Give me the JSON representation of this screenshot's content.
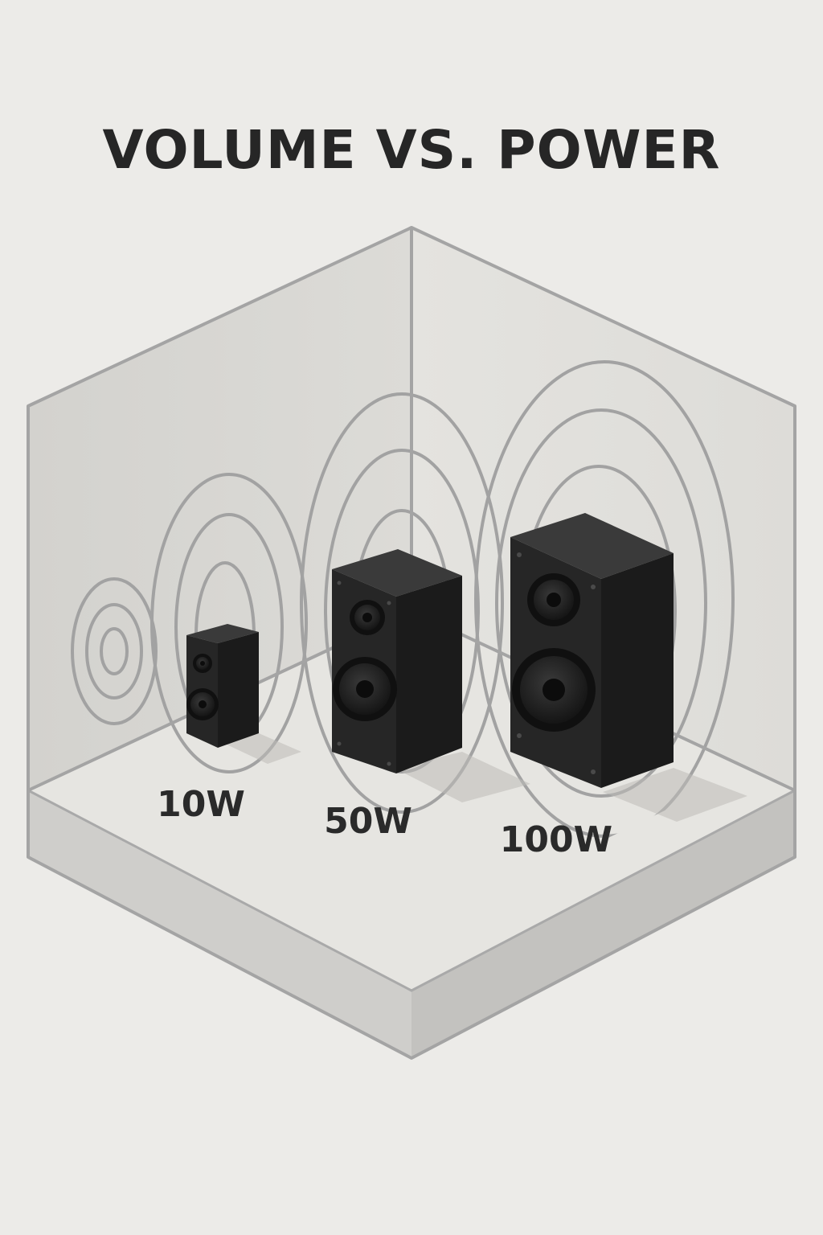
{
  "title": "VOLUME VS. POWER",
  "colors": {
    "background": "#ecebe8",
    "speaker": "#1f1f1f",
    "wave": "#9d9d9d",
    "outline": "#a4a4a4"
  },
  "speakers": [
    {
      "label": "10W",
      "watts": 10,
      "icon": "speaker-small-icon"
    },
    {
      "label": "50W",
      "watts": 50,
      "icon": "speaker-medium-icon"
    },
    {
      "label": "100W",
      "watts": 100,
      "icon": "speaker-large-icon"
    }
  ]
}
